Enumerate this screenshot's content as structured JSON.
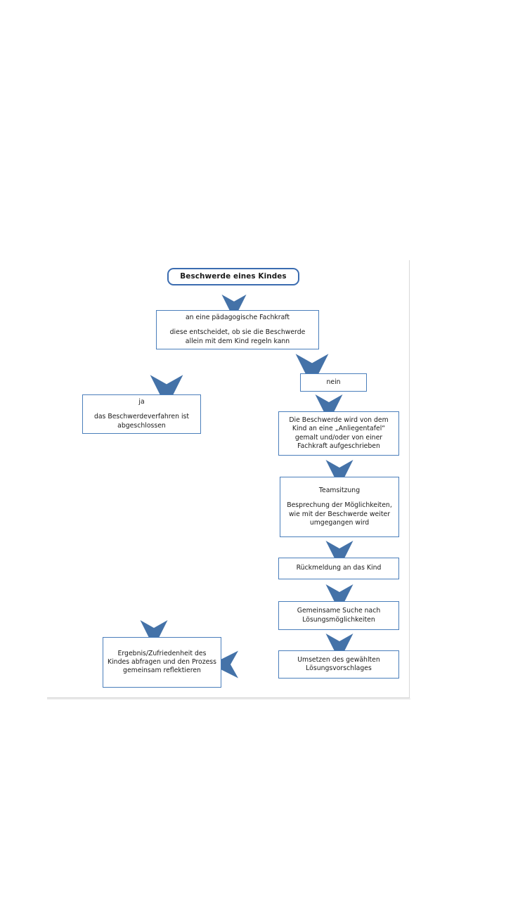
{
  "document": {
    "title": "Beschwerdeverfahren - Flussdiagramm",
    "language": "de"
  },
  "chart_data": {
    "type": "diagram",
    "subtype": "flowchart",
    "title": "Beschwerde eines Kindes",
    "orientation": "top-down",
    "accent_color": "#4a7ebb",
    "arrow_color": "#4472a8",
    "box_border_color": "#4a7ebb",
    "background_color": "#ffffff",
    "nodes": [
      {
        "id": "start",
        "shape": "rounded-rectangle",
        "emphasis": "bold",
        "lines": [
          "Beschwerde eines Kindes"
        ]
      },
      {
        "id": "fachkraft",
        "shape": "rectangle",
        "lines": [
          "an eine pädagogische Fachkraft",
          "diese entscheidet, ob sie die Beschwerde allein mit dem Kind regeln kann"
        ]
      },
      {
        "id": "ja",
        "shape": "rectangle",
        "lines": [
          "ja",
          "das Beschwerdeverfahren ist abgeschlossen"
        ]
      },
      {
        "id": "nein",
        "shape": "rectangle",
        "lines": [
          "nein"
        ]
      },
      {
        "id": "anliegentafel",
        "shape": "rectangle",
        "lines": [
          "Die Beschwerde wird von dem Kind an eine „Anliegentafel“ gemalt und/oder von einer Fachkraft aufgeschrieben"
        ]
      },
      {
        "id": "teamsitzung",
        "shape": "rectangle",
        "lines": [
          "Teamsitzung",
          "Besprechung der Möglichkeiten, wie mit der Beschwerde weiter umgegangen wird"
        ]
      },
      {
        "id": "rueckmeldung",
        "shape": "rectangle",
        "lines": [
          "Rückmeldung an das Kind"
        ]
      },
      {
        "id": "suche",
        "shape": "rectangle",
        "lines": [
          "Gemeinsame Suche nach Lösungsmöglichkeiten"
        ]
      },
      {
        "id": "umsetzen",
        "shape": "rectangle",
        "lines": [
          "Umsetzen des gewählten Lösungsvorschlages"
        ]
      },
      {
        "id": "ergebnis",
        "shape": "rectangle",
        "lines": [
          "Ergebnis/Zufriedenheit des Kindes abfragen und den Prozess gemeinsam reflektieren"
        ]
      }
    ],
    "edges": [
      {
        "from": "start",
        "to": "fachkraft",
        "direction": "down",
        "label": ""
      },
      {
        "from": "fachkraft",
        "to": "ja",
        "direction": "down",
        "label": ""
      },
      {
        "from": "fachkraft",
        "to": "nein",
        "direction": "down",
        "label": ""
      },
      {
        "from": "nein",
        "to": "anliegentafel",
        "direction": "down",
        "label": ""
      },
      {
        "from": "anliegentafel",
        "to": "teamsitzung",
        "direction": "down",
        "label": ""
      },
      {
        "from": "teamsitzung",
        "to": "rueckmeldung",
        "direction": "down",
        "label": ""
      },
      {
        "from": "rueckmeldung",
        "to": "suche",
        "direction": "down",
        "label": ""
      },
      {
        "from": "suche",
        "to": "umsetzen",
        "direction": "down",
        "label": ""
      },
      {
        "from": "umsetzen",
        "to": "ergebnis",
        "direction": "left",
        "label": ""
      },
      {
        "from": "ja",
        "to": "ergebnis",
        "direction": "down",
        "label": ""
      }
    ]
  },
  "nodes": {
    "start": {
      "line1": "Beschwerde eines Kindes"
    },
    "fachkraft": {
      "line1": "an eine pädagogische Fachkraft",
      "line2": "diese entscheidet, ob sie die Beschwerde allein mit dem Kind regeln kann"
    },
    "ja": {
      "line1": "ja",
      "line2": "das Beschwerdeverfahren ist abgeschlossen"
    },
    "nein": {
      "line1": "nein"
    },
    "anliegentafel": {
      "line1": "Die Beschwerde wird von dem Kind an eine „Anliegentafel“ gemalt und/oder von einer Fachkraft aufgeschrieben"
    },
    "teamsitzung": {
      "line1": "Teamsitzung",
      "line2": "Besprechung der Möglichkeiten, wie mit der Beschwerde weiter umgegangen wird"
    },
    "rueckmeldung": {
      "line1": "Rückmeldung an das Kind"
    },
    "suche": {
      "line1": "Gemeinsame Suche nach Lösungsmöglichkeiten"
    },
    "umsetzen": {
      "line1": "Umsetzen des gewählten Lösungsvorschlages"
    },
    "ergebnis": {
      "line1": "Ergebnis/Zufriedenheit des Kindes abfragen und den Prozess gemeinsam reflektieren"
    }
  }
}
